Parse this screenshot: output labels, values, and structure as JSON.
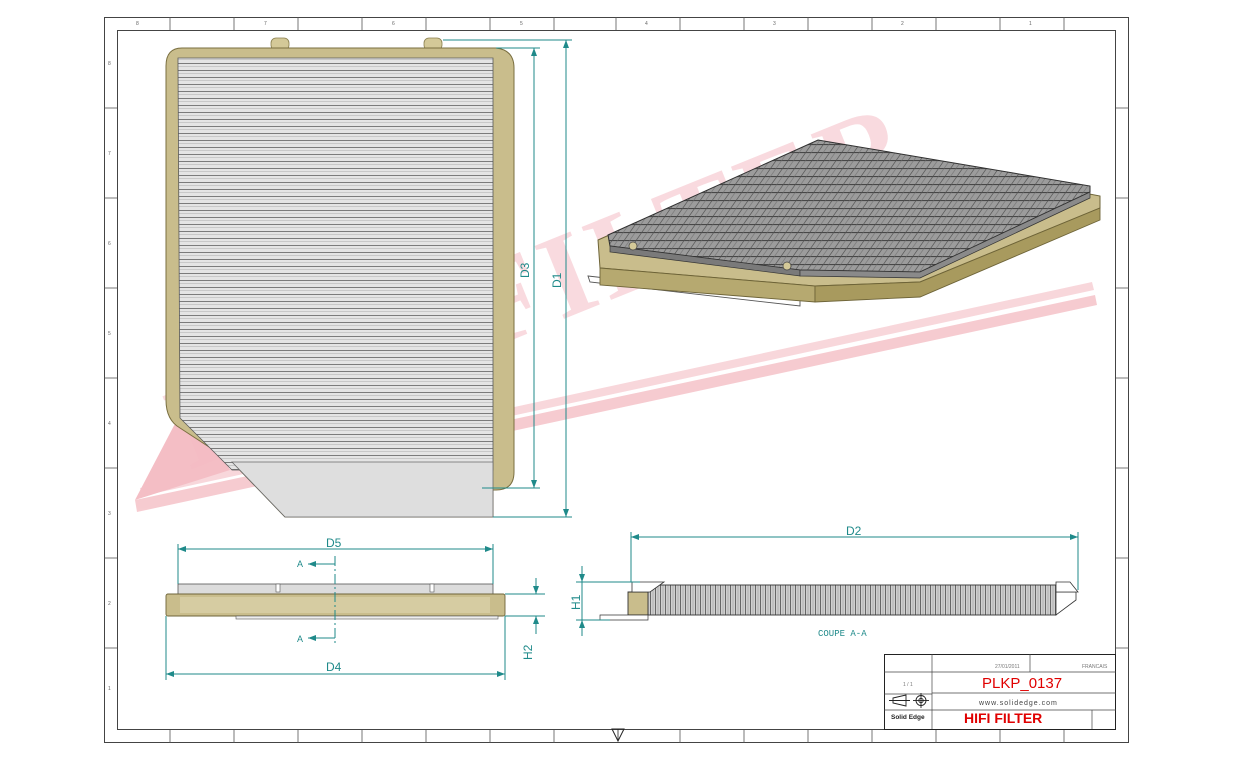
{
  "dimensions": {
    "d1": "D1",
    "d2": "D2",
    "d3": "D3",
    "d4": "D4",
    "d5": "D5",
    "h1": "H1",
    "h2": "H2"
  },
  "section": {
    "marker": "A",
    "caption": "COUPE A-A"
  },
  "watermark": {
    "text": "HIFI FILTER"
  },
  "title_block": {
    "date": "27/01/2011",
    "language": "FRANCAIS",
    "sheet": "1 / 1",
    "part_number": "PLKP_0137",
    "website": "www.solidedge.com",
    "software": "Solid Edge",
    "company": "HIFI FILTER"
  },
  "border": {
    "top_zones": [
      "8",
      "7",
      "6",
      "5",
      "4",
      "3",
      "2",
      "1"
    ],
    "side_zones": [
      "8",
      "7",
      "6",
      "5",
      "4",
      "3",
      "2",
      "1"
    ]
  },
  "colors": {
    "frame": "#c9bd8c",
    "frame_dark": "#a89a5e",
    "pleat": "#d6d6d6",
    "dimension": "#1f8a8a",
    "title_red": "#e00000",
    "watermark": "#f6c6cc"
  }
}
